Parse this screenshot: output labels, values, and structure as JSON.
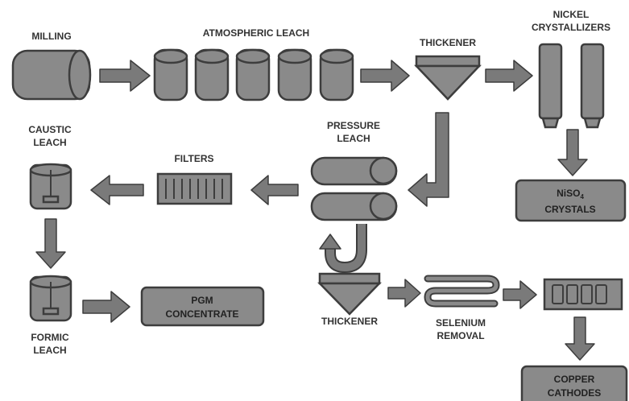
{
  "labels": {
    "milling": "MILLING",
    "atmospheric_leach": "ATMOSPHERIC LEACH",
    "thickener_top": "THICKENER",
    "nickel_crystallizers_1": "NICKEL",
    "nickel_crystallizers_2": "CRYSTALLIZERS",
    "caustic_leach_1": "CAUSTIC",
    "caustic_leach_2": "LEACH",
    "filters": "FILTERS",
    "pressure_leach_1": "PRESSURE",
    "pressure_leach_2": "LEACH",
    "formic_leach_1": "FORMIC",
    "formic_leach_2": "LEACH",
    "thickener_bottom": "THICKENER",
    "selenium_removal_1": "SELENIUM",
    "selenium_removal_2": "REMOVAL"
  },
  "boxes": {
    "niso4_main": "NiSO",
    "niso4_subscript": "4",
    "niso4_line2": "CRYSTALS",
    "pgm_1": "PGM",
    "pgm_2": "CONCENTRATE",
    "copper_1": "COPPER",
    "copper_2": "CATHODES"
  },
  "colors": {
    "equipment_fill": "#8a8a8a",
    "outline": "#3d3d3d",
    "arrow_fill": "#7a7a7a",
    "text": "#333333"
  }
}
